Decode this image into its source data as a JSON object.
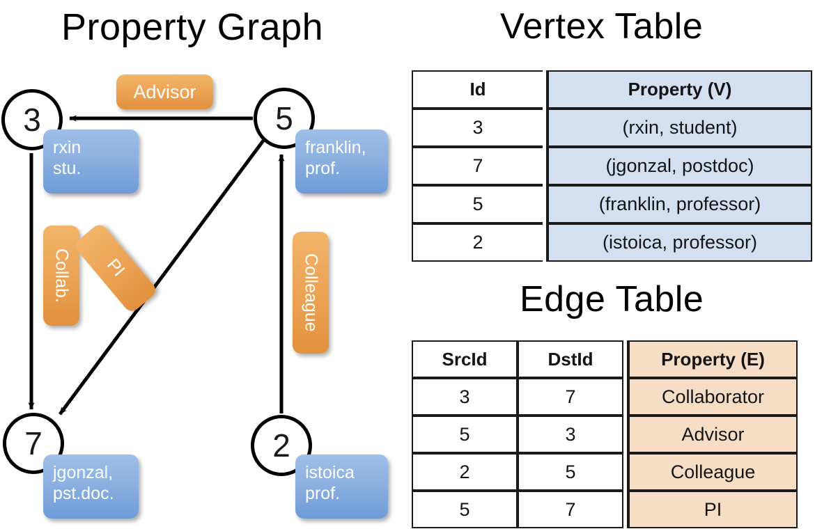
{
  "titles": {
    "property_graph": "Property Graph",
    "vertex_table": "Vertex Table",
    "edge_table": "Edge Table"
  },
  "graph": {
    "vertices": [
      {
        "id": "3",
        "name": "vertex-3",
        "property_lines": [
          "rxin",
          "stu."
        ]
      },
      {
        "id": "5",
        "name": "vertex-5",
        "property_lines": [
          "franklin,",
          "prof."
        ]
      },
      {
        "id": "7",
        "name": "vertex-7",
        "property_lines": [
          "jgonzal,",
          "pst.doc."
        ]
      },
      {
        "id": "2",
        "name": "vertex-2",
        "property_lines": [
          "istoica",
          "prof."
        ]
      }
    ],
    "edge_labels": [
      {
        "label": "Advisor",
        "from": "5",
        "to": "3",
        "orientation": "horizontal"
      },
      {
        "label": "Collab.",
        "from": "3",
        "to": "7",
        "orientation": "vertical"
      },
      {
        "label": "PI",
        "from": "5",
        "to": "7",
        "orientation": "diagonal"
      },
      {
        "label": "Colleague",
        "from": "2",
        "to": "5",
        "orientation": "vertical"
      }
    ]
  },
  "vertex_table": {
    "headers": [
      "Id",
      "Property (V)"
    ],
    "rows": [
      {
        "id": "3",
        "property": "(rxin, student)"
      },
      {
        "id": "7",
        "property": "(jgonzal, postdoc)"
      },
      {
        "id": "5",
        "property": "(franklin, professor)"
      },
      {
        "id": "2",
        "property": "(istoica, professor)"
      }
    ]
  },
  "edge_table": {
    "headers": [
      "SrcId",
      "DstId",
      "Property (E)"
    ],
    "rows": [
      {
        "src": "3",
        "dst": "7",
        "property": "Collaborator"
      },
      {
        "src": "5",
        "dst": "3",
        "property": "Advisor"
      },
      {
        "src": "2",
        "dst": "5",
        "property": "Colleague"
      },
      {
        "src": "5",
        "dst": "7",
        "property": "PI"
      }
    ]
  },
  "colors": {
    "vertex_property_fill": "#d4dff0",
    "edge_property_fill": "#f6dec6",
    "graph_property_box": "#8cb0e0",
    "graph_edge_box": "#eda557",
    "stroke": "#000000",
    "background": "#ffffff"
  }
}
